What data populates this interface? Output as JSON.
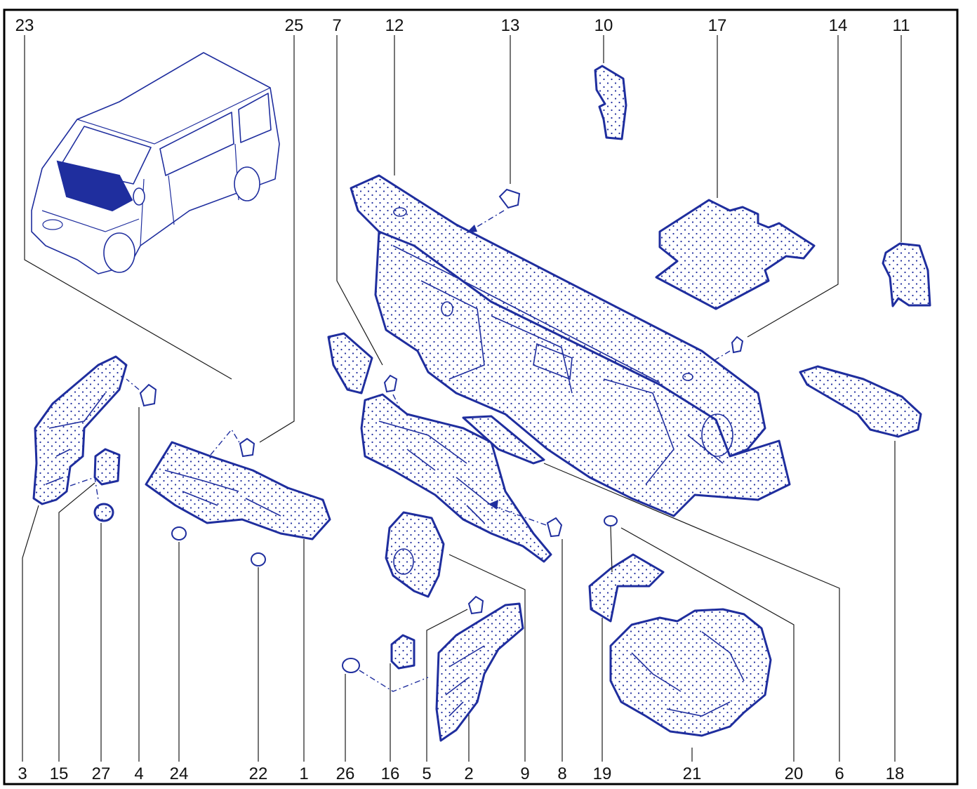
{
  "callouts": {
    "top": [
      "23",
      "25",
      "7",
      "12",
      "13",
      "10",
      "17",
      "14",
      "11"
    ],
    "bottom": [
      "3",
      "15",
      "27",
      "4",
      "24",
      "22",
      "1",
      "26",
      "16",
      "5",
      "2",
      "9",
      "8",
      "19",
      "21",
      "20",
      "6",
      "18"
    ]
  },
  "colors": {
    "line": "#1f2e9e",
    "frame": "#000000",
    "background": "#ffffff"
  }
}
